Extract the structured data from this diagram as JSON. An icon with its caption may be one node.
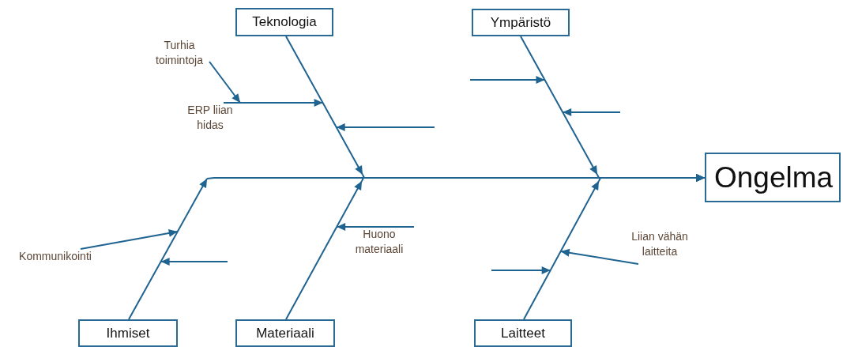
{
  "diagram": {
    "nodes": [
      {
        "text": [
          "Teknologia"
        ]
      },
      {
        "text": [
          "Ympäristö"
        ]
      },
      {
        "text": [
          "Turhia toimintoja"
        ]
      },
      {
        "text": [
          "ERP liian hidas"
        ]
      },
      {
        "text": [
          "Ongelma"
        ]
      },
      {
        "text": [
          "Kommunikointi"
        ]
      },
      {
        "text": [
          "Huono materiaali"
        ]
      },
      {
        "text": [
          "Liian vähän laitteita"
        ]
      },
      {
        "text": [
          "Ihmiset"
        ]
      },
      {
        "text": [
          "Materiaali"
        ]
      },
      {
        "text": [
          "Laitteet"
        ]
      },
      {
        "text": [],
        "shape": "line"
      },
      {
        "text": [],
        "shape": "line"
      },
      {
        "text": [],
        "shape": "line"
      },
      {
        "text": [],
        "shape": "line"
      },
      {
        "text": [],
        "shape": "line"
      }
    ],
    "edges": [
      {
        "from": 12,
        "to": 4,
        "arrow": "to"
      },
      {
        "from": 14,
        "to": 4,
        "arrow": "to"
      },
      {
        "from": 11,
        "to": 4,
        "arrow": "to"
      },
      {
        "from": 13,
        "to": 4,
        "arrow": "to"
      },
      {
        "from": 15,
        "to": 4,
        "arrow": "to"
      },
      {
        "from": 2,
        "to": 3,
        "arrow": "to"
      },
      {
        "from": 3,
        "to": 12,
        "arrow": "to"
      },
      {
        "from": null,
        "to": 12,
        "arrow": "to"
      },
      {
        "from": null,
        "to": 14,
        "arrow": "to"
      },
      {
        "from": null,
        "to": 14,
        "arrow": "to"
      },
      {
        "from": 5,
        "to": 11,
        "arrow": "to"
      },
      {
        "from": null,
        "to": 11,
        "arrow": "to"
      },
      {
        "from": 6,
        "to": 13,
        "arrow": "to"
      },
      {
        "from": 7,
        "to": 15,
        "arrow": "to"
      },
      {
        "from": null,
        "to": 15,
        "arrow": "to"
      }
    ]
  }
}
